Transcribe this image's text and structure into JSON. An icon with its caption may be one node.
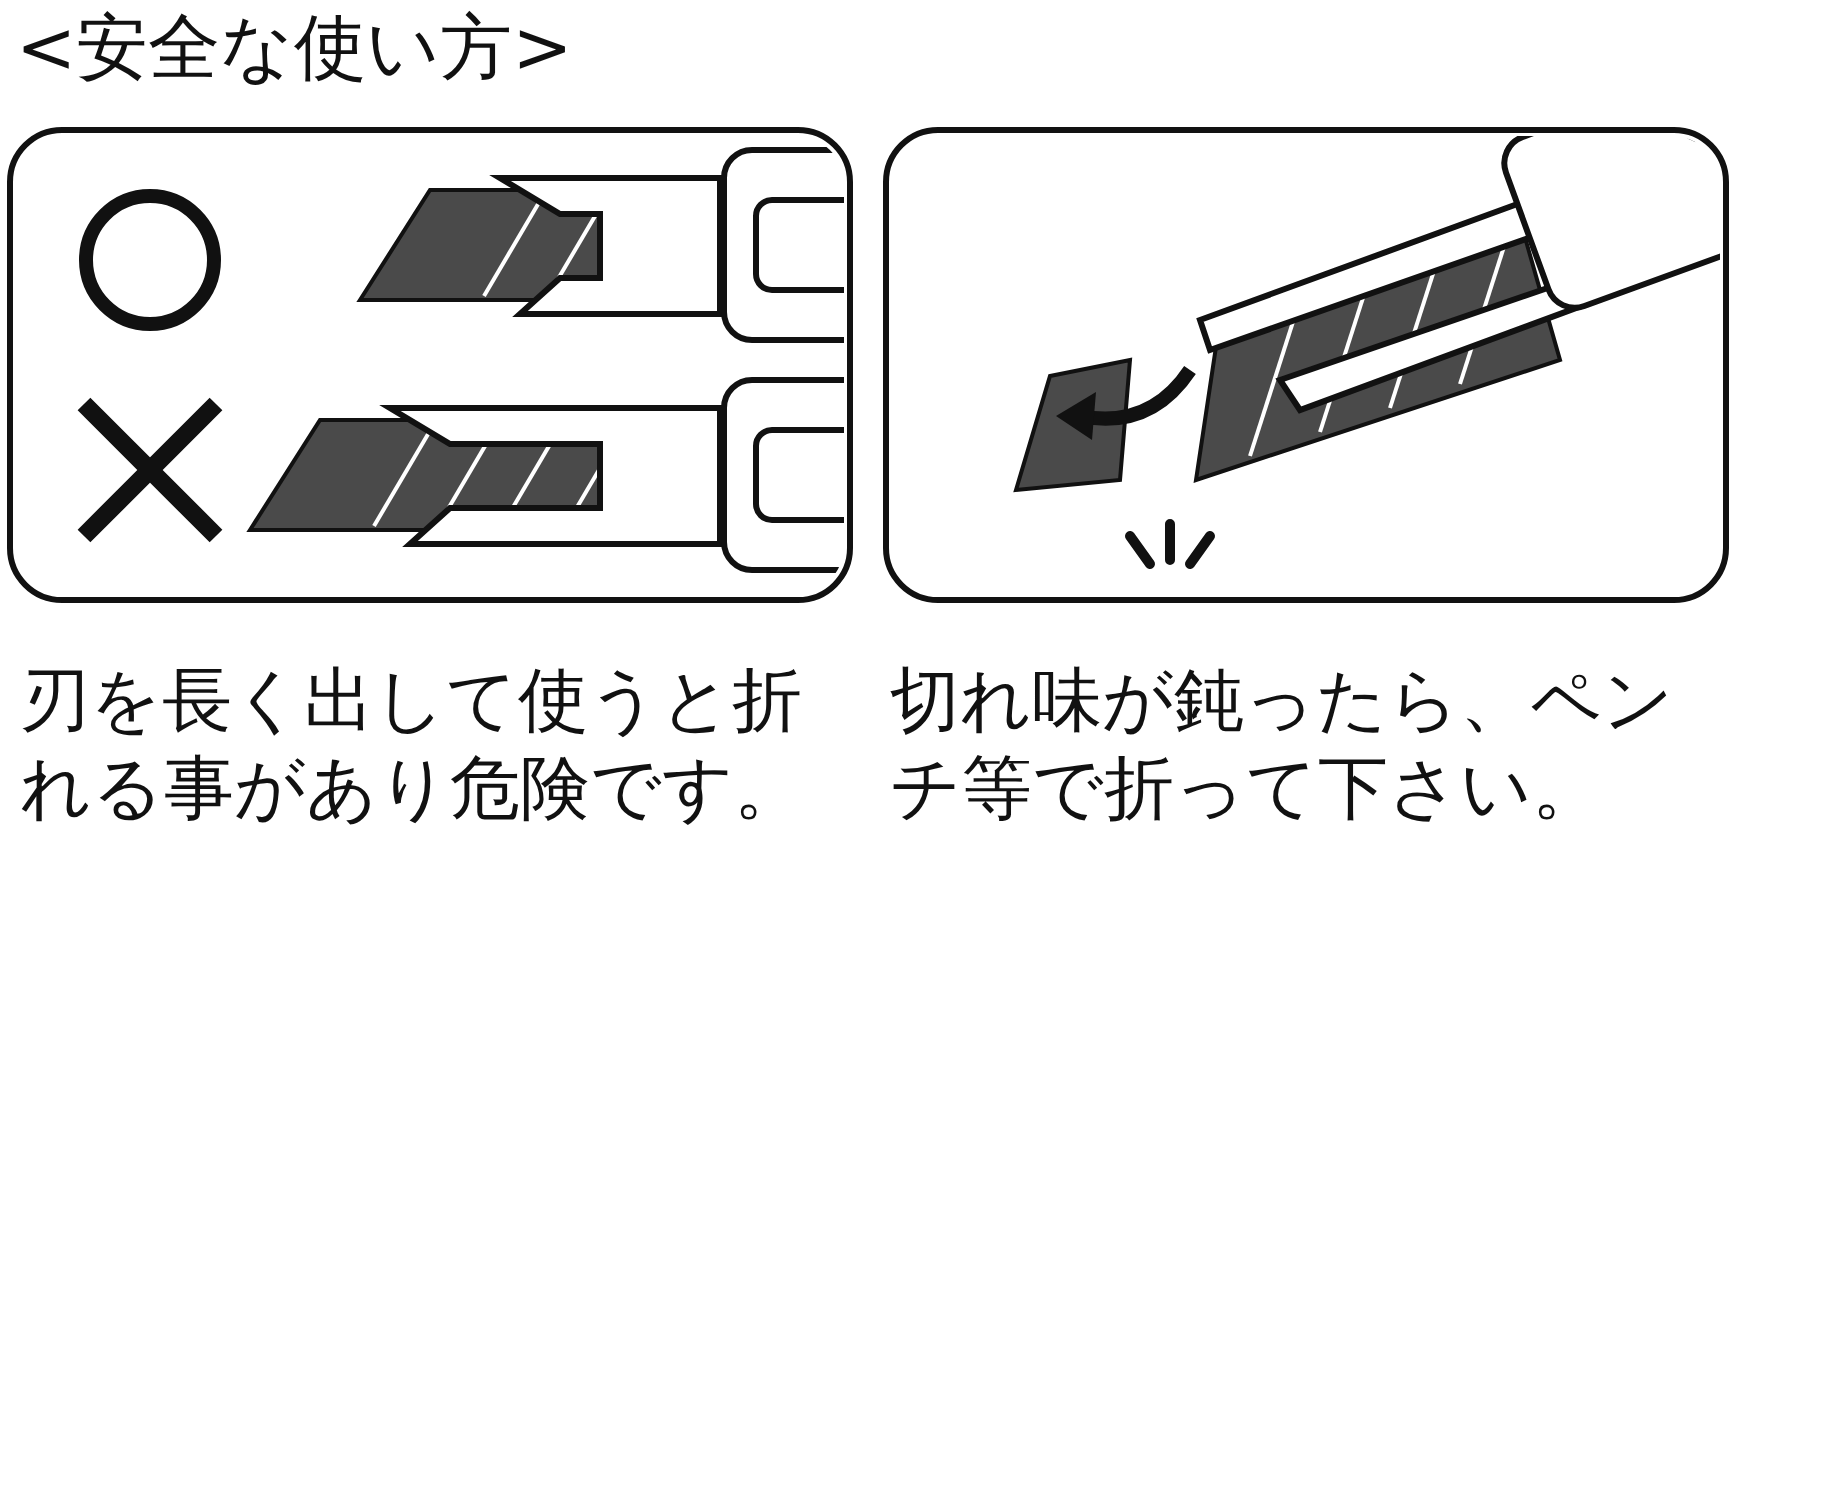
{
  "diagram": {
    "title": "<安全な使い方>",
    "labels": [
      "刃を長く出して使うと折れる事があり危険です。",
      "切れ味が鈍ったら、ペンチ等で折って下さい。"
    ]
  }
}
